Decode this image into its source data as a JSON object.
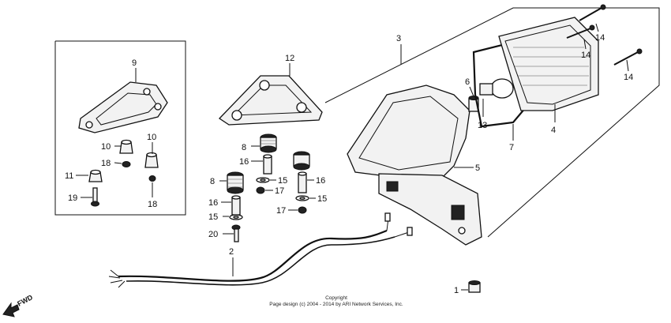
{
  "callouts": {
    "c1": "1",
    "c2": "2",
    "c3": "3",
    "c4": "4",
    "c5": "5",
    "c6": "6",
    "c7": "7",
    "c8a": "8",
    "c8b": "8",
    "c9": "9",
    "c10a": "10",
    "c10b": "10",
    "c11": "11",
    "c12": "12",
    "c13": "13",
    "c14a": "14",
    "c14b": "14",
    "c14c": "14",
    "c15a": "15",
    "c15b": "15",
    "c15c": "15",
    "c16a": "16",
    "c16b": "16",
    "c16c": "16",
    "c17a": "17",
    "c17b": "17",
    "c18a": "18",
    "c18b": "18",
    "c19": "19",
    "c20": "20"
  },
  "direction_label": "FWD",
  "copyright": {
    "line1": "Copyright",
    "line2": "Page design (c) 2004 - 2014 by ARI Network Services, Inc."
  }
}
